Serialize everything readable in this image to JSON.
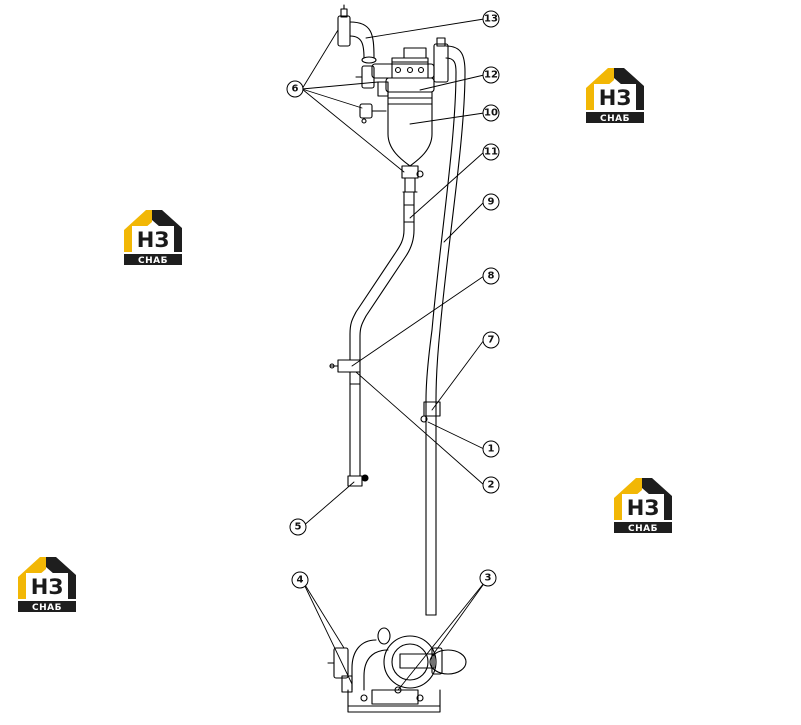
{
  "callouts": [
    {
      "label": "13"
    },
    {
      "label": "12"
    },
    {
      "label": "10"
    },
    {
      "label": "11"
    },
    {
      "label": "9"
    },
    {
      "label": "8"
    },
    {
      "label": "7"
    },
    {
      "label": "1"
    },
    {
      "label": "2"
    },
    {
      "label": "6"
    },
    {
      "label": "5"
    },
    {
      "label": "4"
    },
    {
      "label": "3"
    }
  ],
  "logo": {
    "mark": "НЗ",
    "sub": "СНАБ",
    "colors": {
      "yellow": "#f2b705",
      "dark": "#1e1e1e"
    }
  },
  "colors": {
    "line": "#000000",
    "background": "#ffffff"
  }
}
